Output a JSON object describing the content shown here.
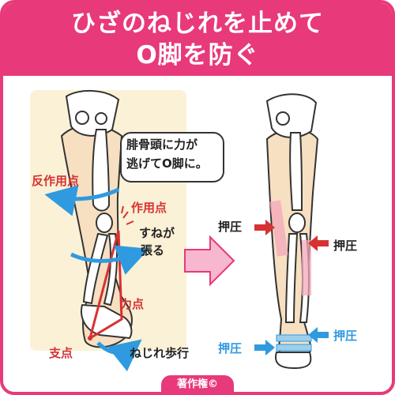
{
  "header": {
    "title_line1": "ひざのねじれを止めて",
    "title_line2": "O脚を防ぐ"
  },
  "callout": {
    "line1": "腓骨頭に力が",
    "line2": "逃げてO脚に。"
  },
  "left_labels": {
    "reaction_point": "反作用点",
    "action_point": "作用点",
    "shin_line1": "すねが",
    "shin_line2": "張る",
    "force_point": "力点",
    "fulcrum": "支点",
    "twisted_walk": "ねじれ歩行"
  },
  "right_labels": {
    "press_upper_left": "押圧",
    "press_upper_right": "押圧",
    "press_lower_left": "押圧",
    "press_lower_right": "押圧"
  },
  "footer": {
    "copyright": "著作権©"
  },
  "colors": {
    "accent": "#e8397a",
    "panel": "#fbf1d6",
    "force_line": "#d63232",
    "twist_arrow": "#2f9ae0",
    "bone_fill": "#ffffff",
    "skin_fill": "#f7dfc2",
    "stretch_band": "#f4a7b9",
    "brace_band": "#9bd0ec"
  },
  "icons": [
    "twist-arrow-icon",
    "push-arrow-icon",
    "big-transition-arrow-icon",
    "copyright-icon"
  ]
}
